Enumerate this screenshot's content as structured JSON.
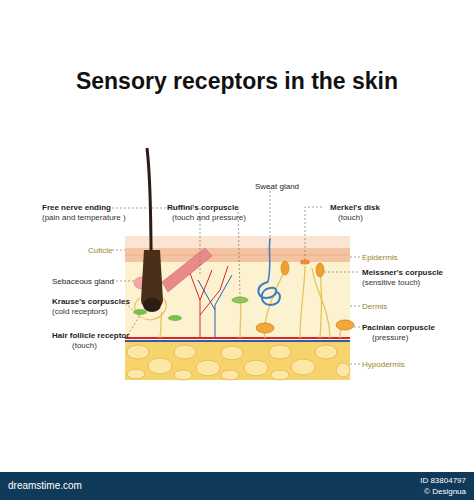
{
  "diagram": {
    "title": "Sensory receptors in the skin",
    "labels": [
      "Free nerve ending",
      "(pain and temperature )",
      "Ruffini's corpuscle",
      "(touch and pressure)",
      "Sweat gland",
      "Merkel's disk",
      "(touch)",
      "Cuticle",
      "Epidermis",
      "Sebaceous gland",
      "Meissner's corpuscle",
      "(sensitive touch)",
      "Krause's corpuscles",
      "(cold receptors)",
      "Dermis",
      "Hair follicle receptor",
      "(touch)",
      "Pacinian corpuscle",
      "(pressure)",
      "Hypodermis",
      "dreamstime.com",
      "ID 83804797",
      "© Designua"
    ]
  }
}
